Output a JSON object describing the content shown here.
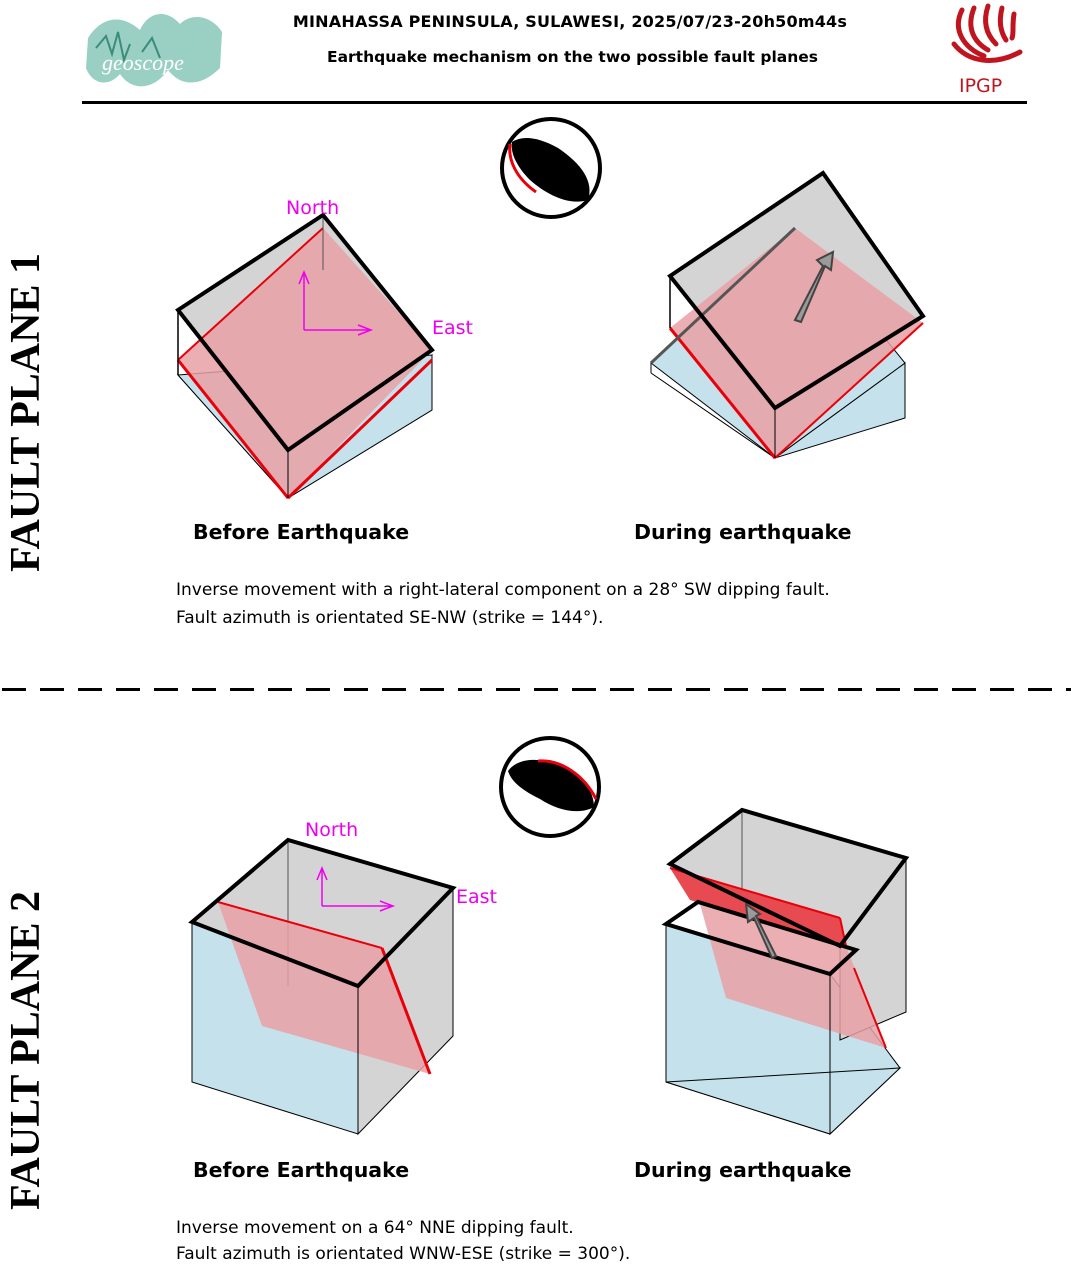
{
  "header": {
    "title": "MINAHASSA PENINSULA, SULAWESI, 2025/07/23-20h50m44s",
    "subtitle": "Earthquake mechanism on the two possible fault planes",
    "logo_left_text": "geoscope",
    "logo_right_text": "IPGP"
  },
  "colors": {
    "fault_red": "#e8000a",
    "fault_fill": "#e8a0a4",
    "block_grey": "#d4d4d4",
    "block_blue": "#c5e2ec",
    "compass_magenta": "#ee00ee",
    "beachball_black": "#000000"
  },
  "panels": [
    {
      "side_label": "FAULT PLANE 1",
      "north_label": "North",
      "east_label": "East",
      "before_label": "Before Earthquake",
      "during_label": "During earthquake",
      "description_line1": "Inverse movement with a right-lateral component on a 28° SW dipping fault.",
      "description_line2": "Fault azimuth is orientated SE-NW (strike = 144°)."
    },
    {
      "side_label": "FAULT PLANE 2",
      "north_label": "North",
      "east_label": "East",
      "before_label": "Before Earthquake",
      "during_label": "During earthquake",
      "description_line1": "Inverse movement on a 64° NNE dipping fault.",
      "description_line2": "Fault azimuth is orientated WNW-ESE (strike = 300°)."
    }
  ]
}
